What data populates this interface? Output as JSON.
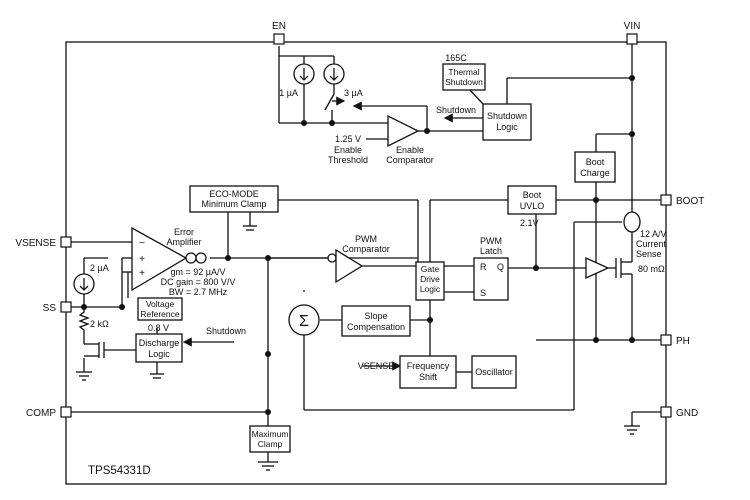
{
  "diagram": {
    "chip_name": "TPS54331D",
    "pins": {
      "en": "EN",
      "vin": "VIN",
      "boot": "BOOT",
      "vsense": "VSENSE",
      "ss": "SS",
      "ph": "PH",
      "comp": "COMP",
      "gnd": "GND"
    },
    "blocks": {
      "thermal_shutdown": [
        "Thermal",
        "Shutdown"
      ],
      "shutdown_logic": [
        "Shutdown",
        "Logic"
      ],
      "boot_charge": [
        "Boot",
        "Charge"
      ],
      "eco_mode": [
        "ECO-MODE",
        "Minimum Clamp"
      ],
      "boot_uvlo": [
        "Boot",
        "UVLO"
      ],
      "voltage_reference": [
        "Voltage",
        "Reference"
      ],
      "discharge_logic": [
        "Discharge",
        "Logic"
      ],
      "gate_drive_logic": [
        "Gate",
        "Drive",
        "Logic"
      ],
      "slope_compensation": [
        "Slope",
        "Compensation"
      ],
      "frequency_shift": [
        "Frequency",
        "Shift"
      ],
      "oscillator": "Oscillator",
      "maximum_clamp": [
        "Maximum",
        "Clamp"
      ],
      "sigma": "Σ"
    },
    "labels": {
      "temp_165c": "165C",
      "shutdown_top": "Shutdown",
      "current_1ua": "1 µA",
      "current_3ua": "3 µA",
      "enable_threshold": [
        "1.25 V",
        "Enable",
        "Threshold"
      ],
      "enable_comparator": [
        "Enable",
        "Comparator"
      ],
      "error_amplifier": [
        "Error",
        "Amplifier"
      ],
      "amp_specs": [
        "gm = 92 µA/V",
        "DC gain = 800 V/V",
        "BW = 2.7 MHz"
      ],
      "pwm_comparator": [
        "PWM",
        "Comparator"
      ],
      "pwm_latch": [
        "PWM",
        "Latch"
      ],
      "latch_r": "R",
      "latch_q": "Q",
      "latch_s": "S",
      "v_2_1": "2.1V",
      "current_sense": [
        "12 A/V",
        "Current",
        "Sense"
      ],
      "r_80mohm": "80 mΩ",
      "current_2ua": "2 µA",
      "r_2kohm": "2 kΩ",
      "v_0_8": "0.8 V",
      "shutdown_mid": "Shutdown",
      "vsense_in": "VSENSE",
      "minus": "−",
      "plus1": "+",
      "plus2": "+"
    }
  }
}
